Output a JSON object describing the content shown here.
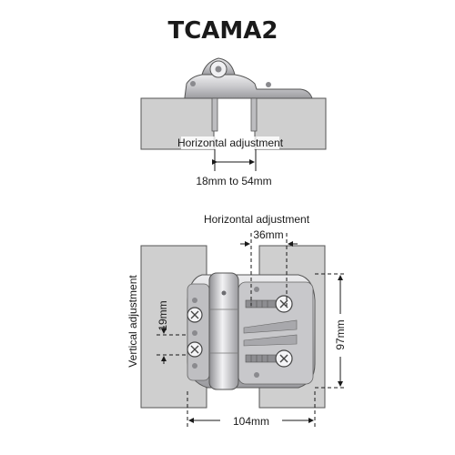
{
  "title": "TCAMA2",
  "top_view": {
    "label": "Horizontal adjustment",
    "range": "18mm to 54mm"
  },
  "front_view": {
    "horizontal_label": "Horizontal adjustment",
    "horizontal_value": "36mm",
    "vertical_label": "Vertical adjustment",
    "vertical_value": "19mm",
    "height_value": "97mm",
    "width_value": "104mm"
  },
  "colors": {
    "panel": "#cfcfcf",
    "metal": "#d4d4d6",
    "metal_dark": "#8a8a8e",
    "line": "#1a1a1a"
  }
}
